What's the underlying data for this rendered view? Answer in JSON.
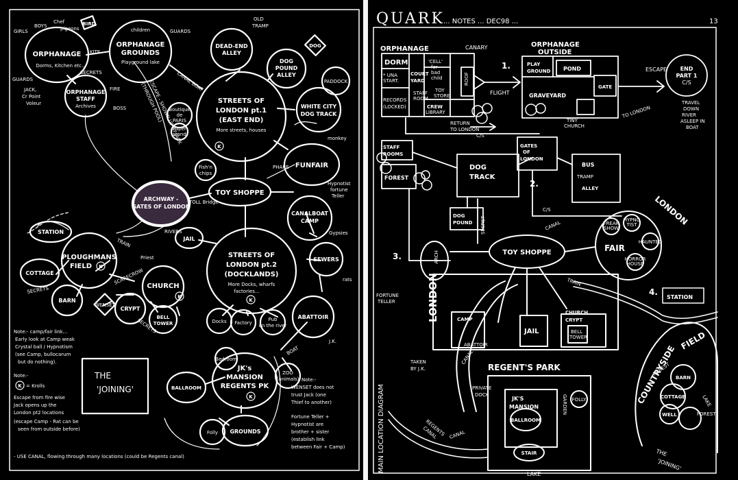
{
  "left": {
    "nodes": {
      "orphanage": {
        "title": "ORPHANAGE",
        "sub": "Dorms, Kitchen etc.."
      },
      "orphanage_grounds": {
        "l1": "ORPHANAGE",
        "l2": "GROUNDS",
        "sub": "Playground lake",
        "note": "children"
      },
      "orphanage_staff": {
        "l1": "ORPHANAGE",
        "l2": "STAFF",
        "sub": "Archives"
      },
      "dead_end_alley": {
        "l1": "DEAD-END",
        "l2": "ALLEY"
      },
      "dog_pound_alley": {
        "l1": "DOG",
        "l2": "POUND",
        "l3": "ALLEY"
      },
      "streets1": {
        "l1": "STREETS OF",
        "l2": "LONDON pt.1",
        "l3": "(EAST END)",
        "sub": "More streets, houses"
      },
      "white_city": {
        "l1": "WHITE CITY",
        "l2": "DOG TRACK"
      },
      "funfair": {
        "l1": "FUNFAIR"
      },
      "toy_shoppe": {
        "l1": "TOY SHOPPE"
      },
      "archway": {
        "l1": "ARCHWAY -",
        "l2": "GATES OF LONDON"
      },
      "canalboat_camp": {
        "l1": "CANALBOAT",
        "l2": "CAMP"
      },
      "streets2": {
        "l1": "STREETS OF",
        "l2": "LONDON pt.2",
        "l3": "(DOCKLANDS)",
        "sub1": "More Docks, wharfs",
        "sub2": "factories..."
      },
      "ploughmans": {
        "l1": "PLOUGHMANS",
        "l2": "FIELD"
      },
      "church": {
        "l1": "CHURCH"
      },
      "sewers": {
        "l1": "SEWERS"
      },
      "abattoir": {
        "l1": "ABATTOIR"
      },
      "jks_mansion": {
        "l1": "JK's",
        "l2": "MANSION",
        "l3": "REGENTS PK"
      },
      "jail": {
        "l1": "JAIL"
      },
      "station": {
        "l1": "STATION"
      },
      "cottage": {
        "l1": "COTTAGE"
      },
      "barn": {
        "l1": "BARN"
      },
      "crypt": {
        "l1": "CRYPT"
      },
      "bell_tower": {
        "l1": "BELL",
        "l2": "TOWER"
      },
      "docks": {
        "l1": "Docks"
      },
      "factory": {
        "l1": "Factory"
      },
      "pub": {
        "l1": "Pub",
        "l2": "on the river"
      },
      "ballroom": {
        "l1": "BALLROOM"
      },
      "grounds": {
        "l1": "GROUNDS"
      },
      "folly": {
        "l1": "Folly"
      },
      "zoo": {
        "l1": "ZOO",
        "l2": "(animals)"
      },
      "bedroom": {
        "l1": "Bedroom"
      },
      "boutique": {
        "l1": "Boutique",
        "l2": "de",
        "l3": "PARIS"
      },
      "paper_stand": {
        "l1": "Paper",
        "l2": "stand"
      },
      "fish_chips": {
        "l1": "Fish'n",
        "l2": "chips"
      },
      "paddock": {
        "l1": "PADDOCK"
      },
      "bird": {
        "l1": "BIRD"
      },
      "dog": {
        "l1": "DOG"
      },
      "wenset": {
        "l1": "WENSET"
      }
    },
    "labels": {
      "girls": "GIRLS",
      "boys": "BOYS",
      "chef": "Chef",
      "pigeons": "pigeons",
      "guards": "GUARDS",
      "jack": "JACK,",
      "jack2": "Cr Point",
      "jack3": "Voleur",
      "kite": "KITE",
      "secrets": "SECRETS",
      "fire": "FIRE",
      "boss": "BOSS",
      "canal_boat": "CANAL BOAT",
      "escape1": "ESCAPE - SHOWN UP BY JACK",
      "escape2": "(THROUGH POOL)",
      "old_tramp": "OLD",
      "old_tramp2": "TRAMP",
      "monkey": "monkey",
      "phare": "PHARE",
      "hypnotist": "Hypnotist",
      "fortune": "fortune",
      "teller": "Teller",
      "toll_bridge": "TOLL Bridge",
      "rivers": "RIVERS",
      "train": "TRAIN",
      "priest": "Priest",
      "scarecrow": "SCARECROW",
      "secrets2": "SECRETS",
      "secrets3": "SECRETS",
      "gypsies": "Gypsies",
      "rats": "rats",
      "boat": "BOAT",
      "jk": "J.K."
    },
    "notes": {
      "note1": [
        "Note:- camp/fair link...",
        "Early look at Camp weak",
        "Crystal ball / Hypnotism",
        "(see Camp, bullocarum",
        "but do nothing)."
      ],
      "note2_head": "Note:-",
      "kroll_symbol": "K",
      "kroll_text": "= Krolls",
      "note3": [
        "Escape from fire wise",
        "Jack opens up the",
        "London pt2 locations",
        "(escape Camp - Rat can be",
        "seen from outside before)"
      ],
      "note4": "- USE CANAL, flowing through many locations (could be Regents canal)",
      "note5": [
        "Note:-",
        "WENSET does not",
        "trust Jack (one",
        "Thief to another)",
        "",
        "Fortune Teller +",
        "Hypnotist are",
        "brother + sister",
        "(establish link",
        "between Fair + Camp)"
      ]
    },
    "joining": {
      "l1": "THE",
      "l2": "'JOINING'"
    }
  },
  "right": {
    "title": "QUARK",
    "subtitle": "... NOTES ... DEC98 ...",
    "page_number": "13",
    "sections": {
      "orphanage": "ORPHANAGE",
      "canary": "CANARY",
      "dorm": "DORM",
      "una": "* UNA",
      "start": "START.",
      "court_yard": "COURT",
      "court_yard2": "YARD",
      "cell": "'CELL'",
      "cell2": "for",
      "cell3": "bad",
      "cell4": "child",
      "roof": "ROOF",
      "toy_store": "TOY",
      "toy_store2": "STORE",
      "staff_room": "STAFF",
      "staff_room2": "ROOM",
      "records": "RECORDS",
      "records2": "(LOCKED)",
      "crew": "CREW",
      "library": "LIBRARY",
      "flight": "FLIGHT",
      "orph_outside": "ORPHANAGE",
      "orph_outside2": "OUTSIDE",
      "play_ground": "PLAY",
      "play_ground2": "GROUND",
      "pond": "POND",
      "graveyard": "GRAVEYARD",
      "gate": "GATE",
      "tiny_church": "TINY",
      "tiny_church2": "CHURCH",
      "escape": "ESCAPE",
      "end_part1": "END",
      "end_part2": "PART 1",
      "end_part3": "C/S",
      "to_london": "TO LONDON",
      "travel": "TRAVEL",
      "travel2": "DOWN",
      "travel3": "RIVER",
      "travel4": "ASLEEP IN",
      "travel5": "BOAT",
      "return": "RETURN",
      "return2": "TO LONDON",
      "cs1": "C/S",
      "cs2": "C/S",
      "staff_rooms": "STAFF",
      "staff_rooms2": "ROOMS",
      "forest": "FOREST",
      "dog_track": "DOG",
      "dog_track2": "TRACK",
      "gates_london": "GATES",
      "gates_london2": "OF",
      "gates_london3": "LONDON",
      "bus": "BUS",
      "tramp": "TRAMP",
      "alley": "ALLEY",
      "dog_pound": "DOG",
      "dog_pound2": "POUND",
      "num1": "1.",
      "num2": "2.",
      "num3": "3.",
      "num4": "4.",
      "secret": "SECRET",
      "canal": "CANAL",
      "toy_shoppe": "TOY SHOPPE",
      "fair": "FAIR",
      "london_arc": "LONDON",
      "arch": "ARCH",
      "fortune_teller": "FORTUNE",
      "fortune_teller2": "TELLER",
      "funhouse": "FREAK",
      "funhouse2": "SHOW",
      "hypnotist": "HYPNO",
      "hypnotist2": "TIST",
      "ghost": "HAUNTED",
      "horror": "HORROR",
      "horror2": "HOUSE",
      "train": "TRAIN",
      "station": "STATION",
      "london_side": "LONDON",
      "camp": "CAMP",
      "abattoir": "ABATTOIR",
      "canal2": "CANAL",
      "jail": "JAIL",
      "church": "CHURCH",
      "crypt": "CRYPT",
      "bell_tower": "BELL",
      "bell_tower2": "TOWER",
      "countryside": "COUNTRYSIDE",
      "field": "FIELD",
      "forest2": "FOREST",
      "barn": "BARN",
      "cottage": "COTTAGE",
      "well": "WELL",
      "lake": "LAKE",
      "forest3": "FOREST",
      "taken": "TAKEN",
      "taken2": "BY J.K.",
      "regents_park": "REGENT'S PARK",
      "private": "PRIVATE",
      "private2": "DOCK",
      "jks_mansion": "JK'S",
      "jks_mansion2": "MANSION",
      "ballroom": "BALLROOM",
      "garden": "GARDEN",
      "folly": "FOLLY",
      "stair": "STAIR",
      "lake2": "LAKE",
      "regents_canal": "REGENTS",
      "regents_canal2": "CANAL",
      "canal3": "CANAL",
      "main_location": "MAIN LOCATION DIAGRAM",
      "joining": "THE",
      "joining2": "'JOINING'"
    }
  }
}
